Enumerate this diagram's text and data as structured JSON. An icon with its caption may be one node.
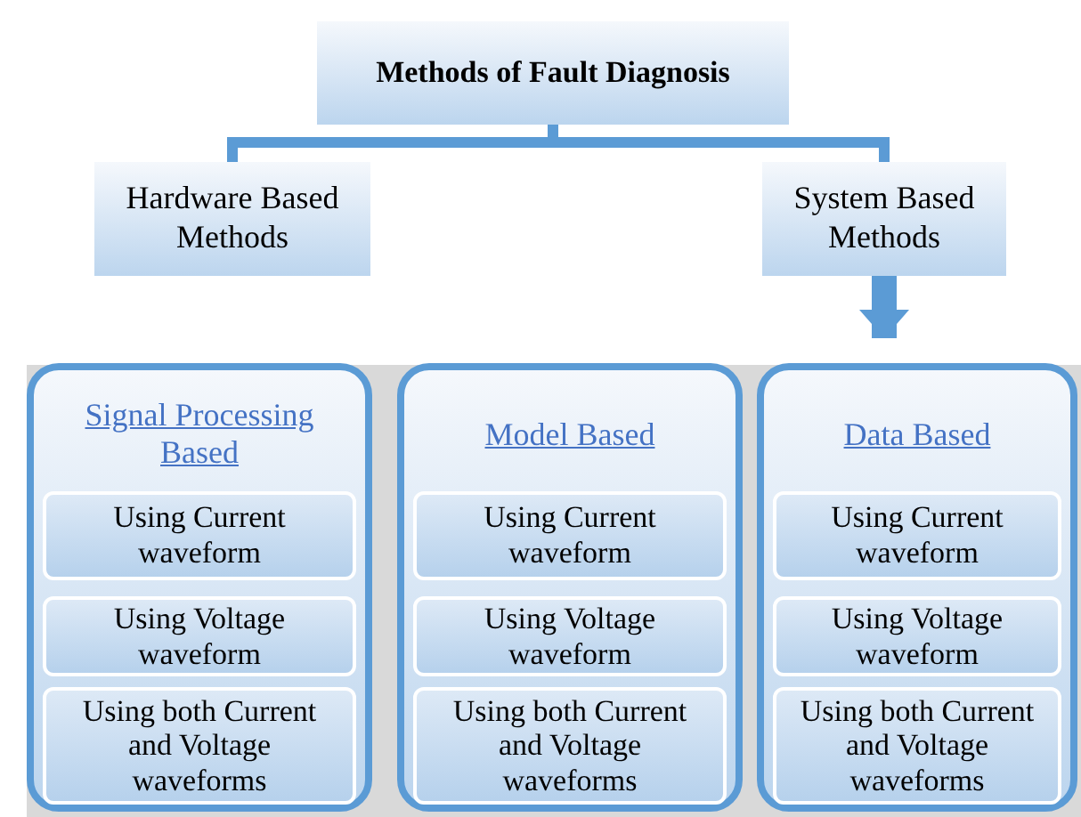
{
  "diagram": {
    "nodes": [
      {
        "text": [
          "Methods of Fault Diagnosis"
        ]
      },
      {
        "text": [
          "Hardware Based Methods"
        ]
      },
      {
        "text": [
          "System Based Methods"
        ]
      },
      {
        "text": [
          "Signal Processing Based"
        ]
      },
      {
        "text": [
          "Using Current waveform"
        ],
        "in": 3
      },
      {
        "text": [
          "Using Voltage waveform"
        ],
        "in": 3
      },
      {
        "text": [
          "Using both Current and Voltage waveforms"
        ],
        "in": 3
      },
      {
        "text": [
          "Model Based"
        ]
      },
      {
        "text": [
          "Using Current waveform"
        ],
        "in": 7
      },
      {
        "text": [
          "Using Voltage waveform"
        ],
        "in": 7
      },
      {
        "text": [
          "Using both Current and Voltage waveforms"
        ],
        "in": 7
      },
      {
        "text": [
          "Data Based"
        ]
      },
      {
        "text": [
          "Using Current waveform"
        ],
        "in": 11
      },
      {
        "text": [
          "Using Voltage waveform"
        ],
        "in": 11
      },
      {
        "text": [
          "Using both Current and Voltage waveforms"
        ],
        "in": 11
      }
    ],
    "edges": [
      {
        "from": 0,
        "to": 1,
        "arrow": "none"
      },
      {
        "from": 0,
        "to": 2,
        "arrow": "none"
      },
      {
        "from": 2,
        "to": 11,
        "arrow": "to",
        "style": "thick"
      }
    ]
  }
}
